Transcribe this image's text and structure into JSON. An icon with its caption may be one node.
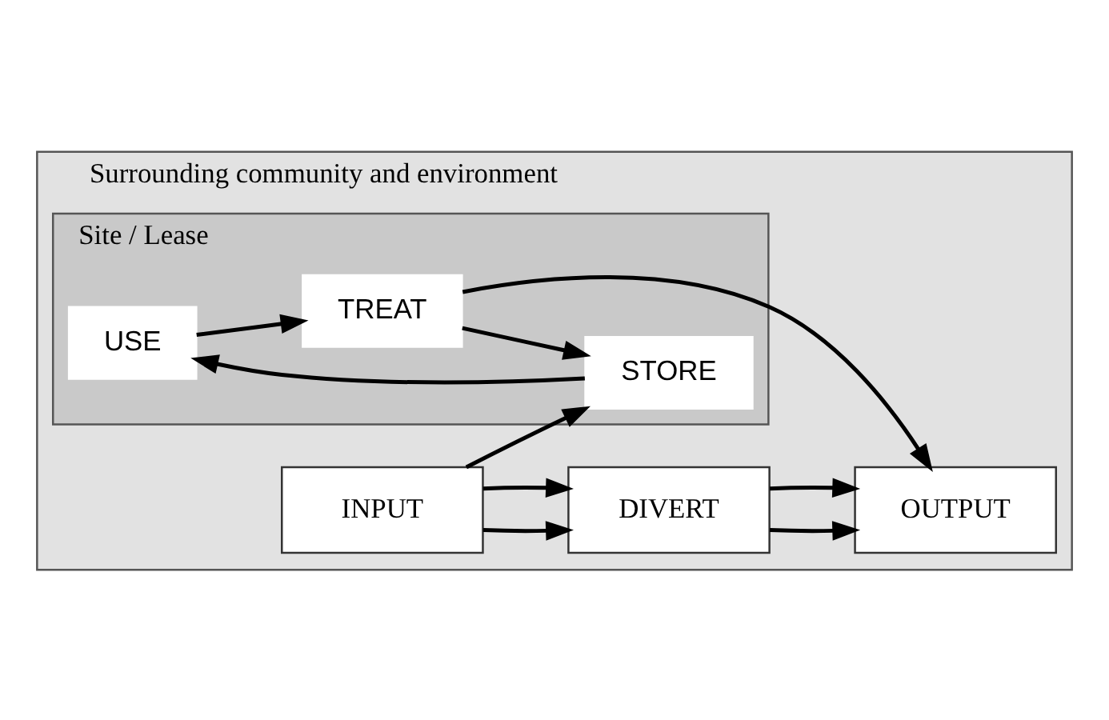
{
  "diagram": {
    "nodes": [
      {
        "text": [
          "Surrounding community and environment"
        ]
      },
      {
        "text": [
          "Site / Lease"
        ],
        "in": 0
      },
      {
        "text": [
          "INPUT"
        ],
        "in": 0
      },
      {
        "text": [
          "USE"
        ],
        "in": 1
      },
      {
        "text": [
          "STORE"
        ],
        "in": 1
      },
      {
        "text": [
          "TREAT"
        ],
        "in": 1
      },
      {
        "text": [
          "OUTPUT"
        ],
        "in": 0
      },
      {
        "text": [
          "DIVERT"
        ],
        "in": 0
      }
    ],
    "edges": [
      {
        "from": 2,
        "to": 4,
        "arrow": "to"
      },
      {
        "from": 4,
        "to": 3,
        "arrow": "to"
      },
      {
        "from": 3,
        "to": 5,
        "arrow": "to"
      },
      {
        "from": 5,
        "to": 4,
        "arrow": "to"
      },
      {
        "from": 5,
        "to": 6,
        "arrow": "to"
      },
      {
        "from": 2,
        "to": 7,
        "arrow": "to"
      },
      {
        "from": 2,
        "to": 7,
        "arrow": "to"
      },
      {
        "from": 7,
        "to": 6,
        "arrow": "to"
      },
      {
        "from": 7,
        "to": 6,
        "arrow": "to"
      }
    ]
  }
}
